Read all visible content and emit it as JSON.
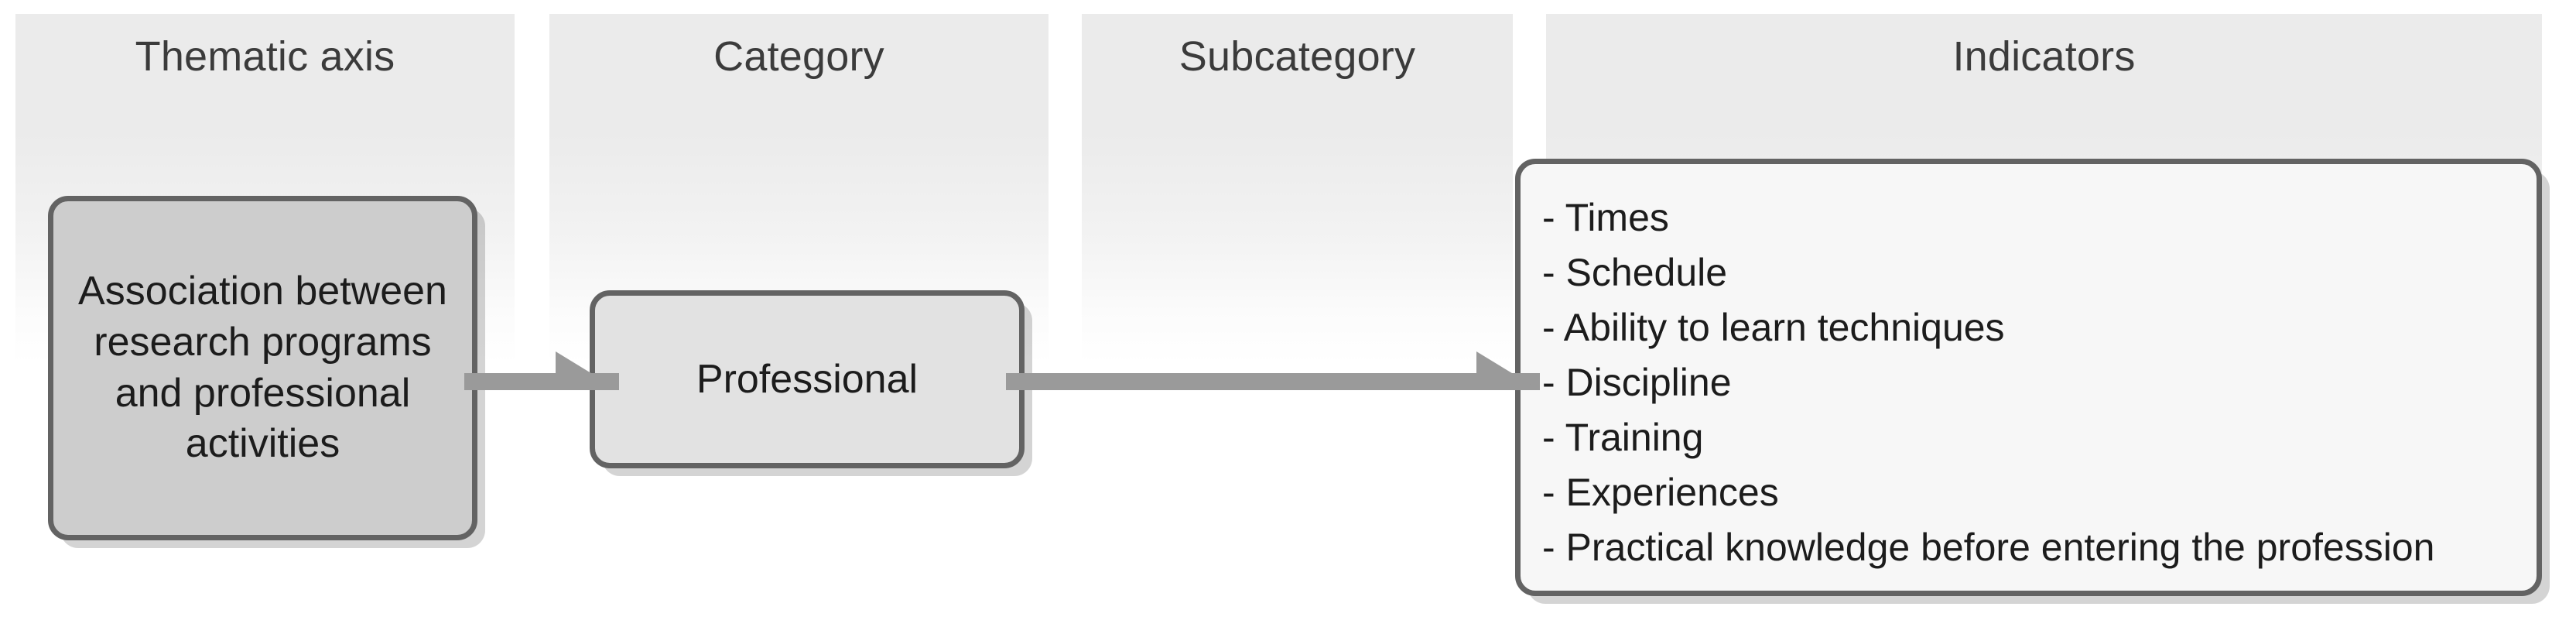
{
  "columns": [
    {
      "id": "thematic-axis",
      "label": "Thematic axis"
    },
    {
      "id": "category",
      "label": "Category"
    },
    {
      "id": "subcategory",
      "label": "Subcategory"
    },
    {
      "id": "indicators",
      "label": "Indicators"
    }
  ],
  "nodes": {
    "thematic_axis": {
      "label": "Association between research programs and professional activities",
      "fill": "#cdcdcd",
      "border": "#636363"
    },
    "category": {
      "label": "Professional",
      "fill": "#e2e2e2",
      "border": "#636363"
    },
    "subcategory": {
      "label": ""
    },
    "indicators": {
      "fill": "#f7f7f7",
      "border": "#636363",
      "items": [
        "- Times",
        "- Schedule",
        "- Ability to learn techniques",
        "- Discipline",
        "- Training",
        "- Experiences",
        "- Practical knowledge before entering the profession"
      ]
    }
  },
  "connectors": [
    {
      "id": "axis-to-category",
      "from": "thematic_axis",
      "to": "category",
      "style": "arrow",
      "color": "#9a9a9a"
    },
    {
      "id": "category-to-indicators",
      "from": "category",
      "to": "indicators",
      "style": "arrow",
      "color": "#9a9a9a"
    }
  ],
  "theme": {
    "band_top": "#ebebeb",
    "band_bottom": "#ffffff",
    "text": "#1c1c1c",
    "title_text": "#3b3b3b",
    "arrow": "#9a9a9a",
    "background": "#ffffff"
  }
}
